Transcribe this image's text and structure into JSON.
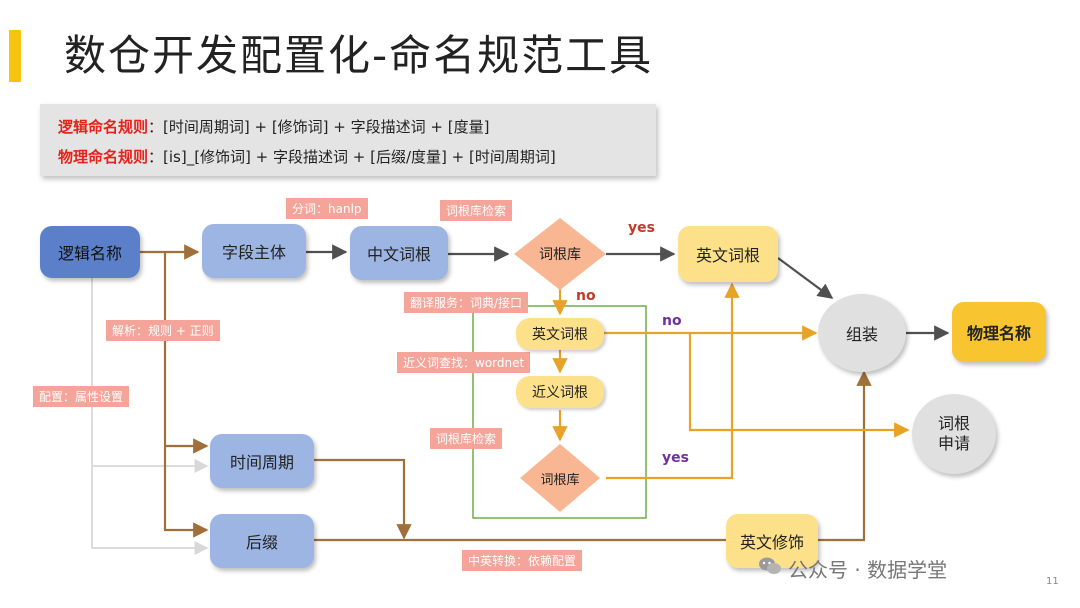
{
  "title": "数仓开发配置化-命名规范工具",
  "rules": {
    "logical_key": "逻辑命名规则",
    "logical_text": "：[时间周期词] + [修饰词] + 字段描述词 + [度量]",
    "physical_key": "物理命名规则",
    "physical_text": "：[is]_[修饰词] + 字段描述词 + [后缀/度量] + [时间周期词]"
  },
  "nodes": {
    "logical_name": "逻辑名称",
    "field_subject": "字段主体",
    "chinese_root": "中文词根",
    "root_db": "词根库",
    "english_root": "英文词根",
    "assemble": "组装",
    "physical_name": "物理名称",
    "english_root_inner": "英文词根",
    "synonym_root": "近义词根",
    "root_db_inner": "词根库",
    "root_apply": "词根\n申请",
    "time_period": "时间周期",
    "suffix": "后缀",
    "english_modifier": "英文修饰"
  },
  "tags": {
    "segment": "分词：hanlp",
    "root_search": "词根库检索",
    "translate": "翻译服务：词典/接口",
    "parse": "解析：规则 + 正则",
    "synonym_search": "近义词查找：wordnet",
    "config": "配置：属性设置",
    "root_search_inner": "词根库检索",
    "cn_en": "中英转换：依赖配置"
  },
  "edge_labels": {
    "yes_top": "yes",
    "no_top": "no",
    "no_mid": "no",
    "yes_bottom": "yes"
  },
  "watermark": "公众号 · 数据学堂",
  "page_number": "11",
  "colors": {
    "accent": "#f6c40f",
    "rule_key": "#e4231b",
    "node_blue": "#9db5e2",
    "node_dark_blue": "#5b80c9",
    "node_yellow": "#fde08a",
    "node_gold": "#f8c430",
    "diamond": "#f8b792",
    "tag": "#f5a49a",
    "brown_line": "#a0703a",
    "gold_line": "#e8a326",
    "dark_line": "#505050",
    "green_box": "#70ad47",
    "yes_red": "#c0392b",
    "no_purple": "#7030a0"
  }
}
